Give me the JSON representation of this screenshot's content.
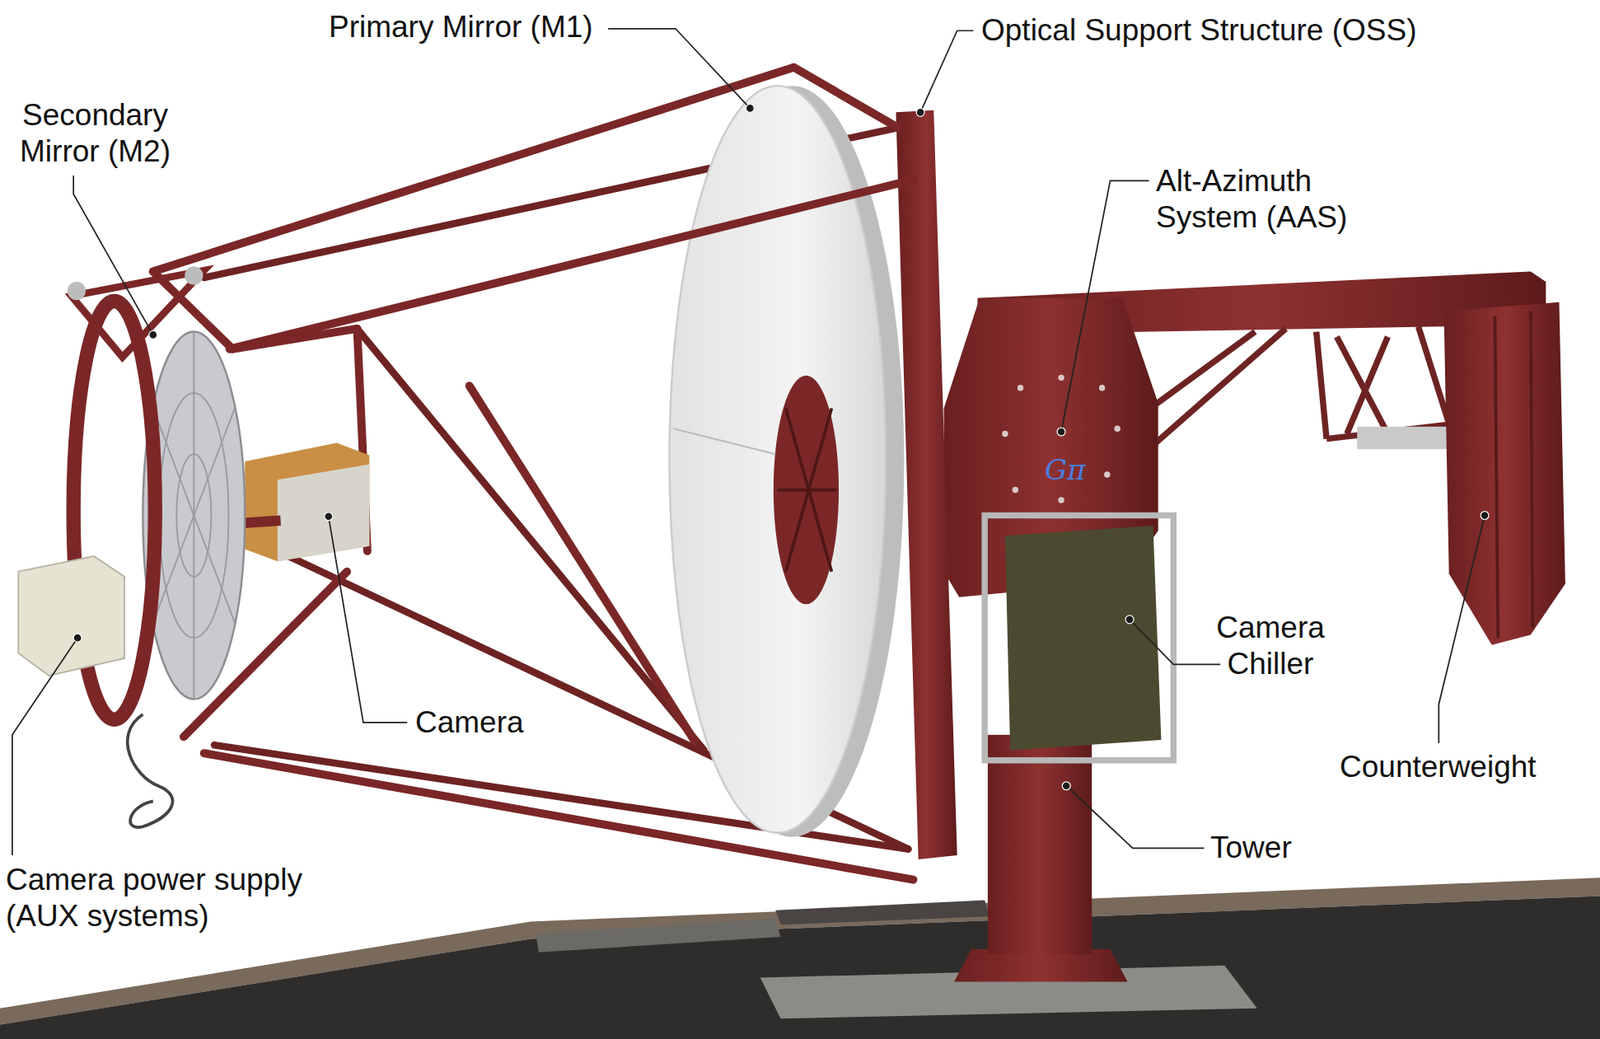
{
  "diagram": {
    "labels": [
      "Primary Mirror (M1)",
      "Optical Support Structure (OSS)",
      "Secondary Mirror (M2)",
      "Alt-Azimuth System (AAS)",
      "Camera",
      "Camera Chiller",
      "Counterweight",
      "Tower",
      "Camera power supply (AUX systems)",
      "Gπ"
    ]
  }
}
